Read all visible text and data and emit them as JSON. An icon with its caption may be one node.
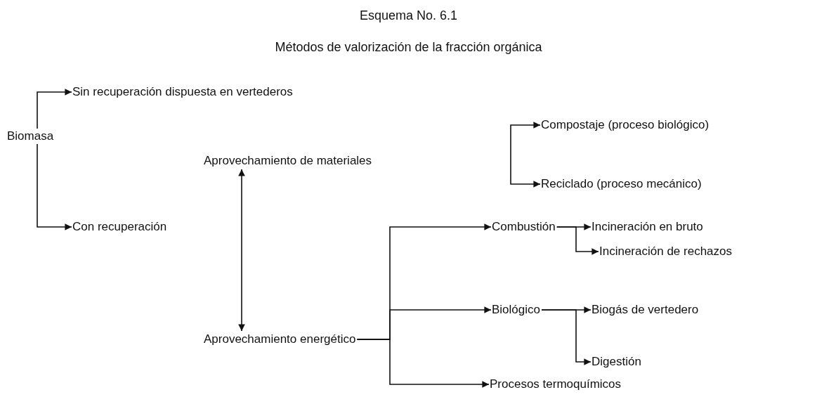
{
  "diagram": {
    "title": "Esquema No. 6.1",
    "caption": "Métodos de valorización de la fracción orgánica",
    "nodes": [
      {
        "text": [
          "Biomasa"
        ]
      },
      {
        "text": [
          "Sin recuperación dispuesta en vertederos"
        ]
      },
      {
        "text": [
          "Con recuperación"
        ]
      },
      {
        "text": [
          "Aprovechamiento de materiales"
        ]
      },
      {
        "text": [
          "Aprovechamiento energético"
        ]
      },
      {
        "text": [
          "Compostaje (proceso biológico)"
        ]
      },
      {
        "text": [
          "Reciclado (proceso mecánico)"
        ]
      },
      {
        "text": [
          "Combustión"
        ]
      },
      {
        "text": [
          "Incineración en bruto"
        ]
      },
      {
        "text": [
          "Incineración de rechazos"
        ]
      },
      {
        "text": [
          "Biológico"
        ]
      },
      {
        "text": [
          "Biogás de vertedero"
        ]
      },
      {
        "text": [
          "Digestión"
        ]
      },
      {
        "text": [
          "Procesos termoquímicos"
        ]
      }
    ],
    "edges": [
      {
        "from": 0,
        "to": 1,
        "arrow": "to"
      },
      {
        "from": 0,
        "to": 2,
        "arrow": "to"
      },
      {
        "from": 3,
        "to": 4,
        "arrow": "both"
      },
      {
        "from": null,
        "to": 5,
        "arrow": "to"
      },
      {
        "from": null,
        "to": 6,
        "arrow": "to"
      },
      {
        "from": 4,
        "to": 7,
        "arrow": "to"
      },
      {
        "from": 4,
        "to": 10,
        "arrow": "to"
      },
      {
        "from": 4,
        "to": 13,
        "arrow": "to"
      },
      {
        "from": 7,
        "to": 8,
        "arrow": "to"
      },
      {
        "from": 7,
        "to": 9,
        "arrow": "to"
      },
      {
        "from": 10,
        "to": 11,
        "arrow": "to"
      },
      {
        "from": 10,
        "to": 12,
        "arrow": "to"
      }
    ]
  }
}
